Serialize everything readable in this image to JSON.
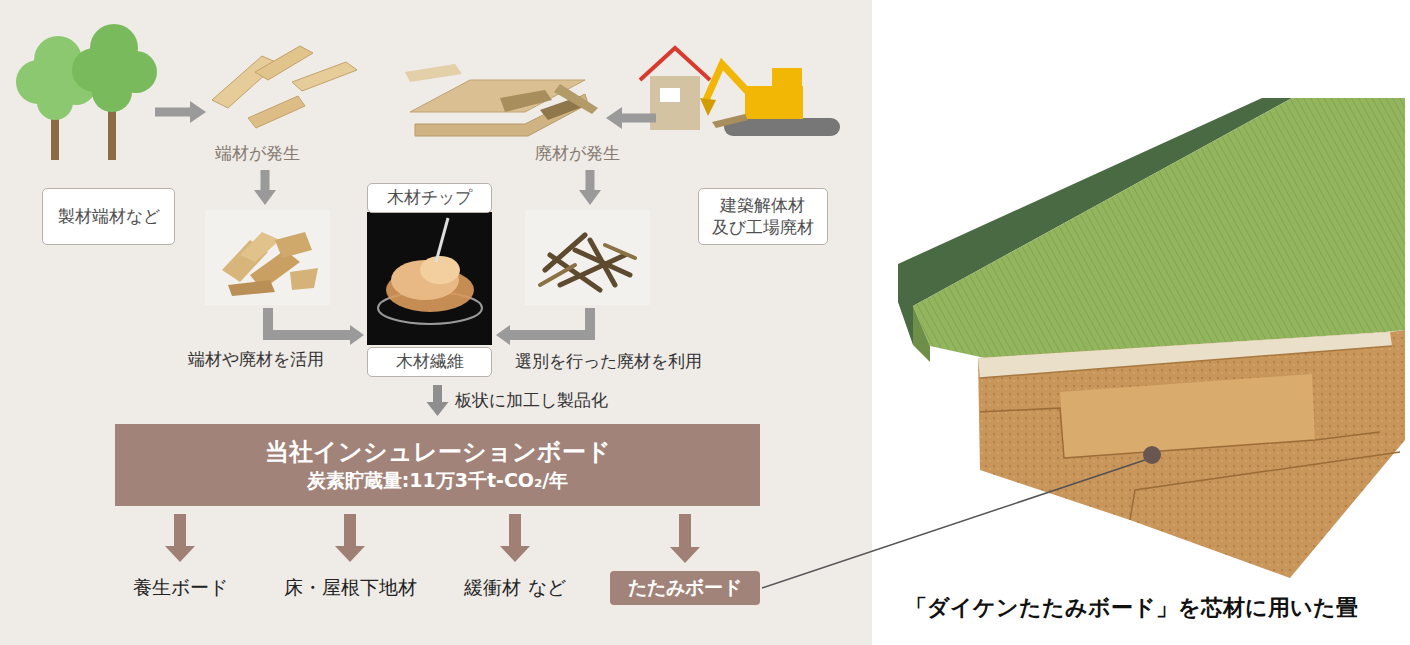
{
  "diagram": {
    "caption": "「ダイケンたたみボード」を芯材に用いた畳",
    "nodes": [
      {
        "text": [
          "製材端材など"
        ]
      },
      {
        "text": [
          "木材チップ"
        ]
      },
      {
        "text": [
          "建築解体材 及び工場廃材"
        ]
      },
      {
        "text": [
          "木材繊維"
        ]
      },
      {
        "text": [
          "当社インシュレーションボード",
          "炭素貯蔵量:11万3千t-CO₂/年"
        ]
      },
      {
        "text": [
          "養生ボード"
        ]
      },
      {
        "text": [
          "床・屋根下地材"
        ]
      },
      {
        "text": [
          "緩衝材 など"
        ]
      },
      {
        "text": [
          "たたみボード"
        ]
      }
    ],
    "edges": [
      {
        "from": 3,
        "to": 4,
        "arrow": "to",
        "label": "板状に加工し製品化"
      },
      {
        "from": 4,
        "to": 5,
        "arrow": "to"
      },
      {
        "from": 4,
        "to": 6,
        "arrow": "to"
      },
      {
        "from": 4,
        "to": 7,
        "arrow": "to"
      },
      {
        "from": 4,
        "to": 8,
        "arrow": "to"
      }
    ],
    "labels": [
      "端材が発生",
      "廃材が発生",
      "端材や廃材を活用",
      "選別を行った廃材を利用"
    ]
  }
}
